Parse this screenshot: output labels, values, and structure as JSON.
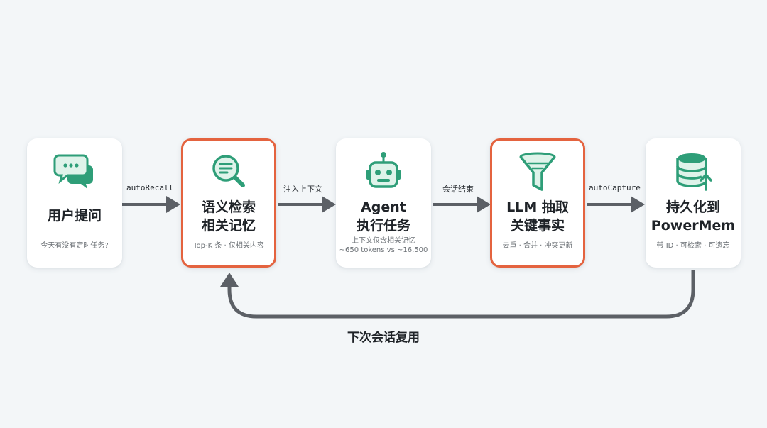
{
  "nodes": [
    {
      "id": "user-question",
      "title": "用户提问",
      "subtitle": "今天有没有定时任务?",
      "icon": "chat-bubbles-icon",
      "highlight": false
    },
    {
      "id": "semantic-search",
      "title": "语义检索\n相关记忆",
      "subtitle": "Top-K 条 · 仅相关内容",
      "icon": "search-document-icon",
      "highlight": true
    },
    {
      "id": "agent-execute",
      "title": "Agent\n执行任务",
      "subtitle": "上下文仅含相关记忆\n~650 tokens vs ~16,500",
      "icon": "robot-icon",
      "highlight": false
    },
    {
      "id": "llm-extract",
      "title": "LLM 抽取\n关键事实",
      "subtitle": "去重 · 合并 · 冲突更新",
      "icon": "funnel-icon",
      "highlight": true
    },
    {
      "id": "persist-powermem",
      "title": "持久化到\nPowerMem",
      "subtitle": "带 ID · 可检索 · 可遗忘",
      "icon": "database-upload-icon",
      "highlight": false
    }
  ],
  "edges": [
    {
      "from": "user-question",
      "to": "semantic-search",
      "label": "autoRecall"
    },
    {
      "from": "semantic-search",
      "to": "agent-execute",
      "label": "注入上下文"
    },
    {
      "from": "agent-execute",
      "to": "llm-extract",
      "label": "会话结束"
    },
    {
      "from": "llm-extract",
      "to": "persist-powermem",
      "label": "autoCapture"
    }
  ],
  "loop": {
    "from": "persist-powermem",
    "to": "semantic-search",
    "label": "下次会话复用"
  },
  "colors": {
    "accent_green": "#2e9e78",
    "highlight_border": "#e4633f",
    "arrow": "#5c6066",
    "background": "#f3f6f8"
  }
}
